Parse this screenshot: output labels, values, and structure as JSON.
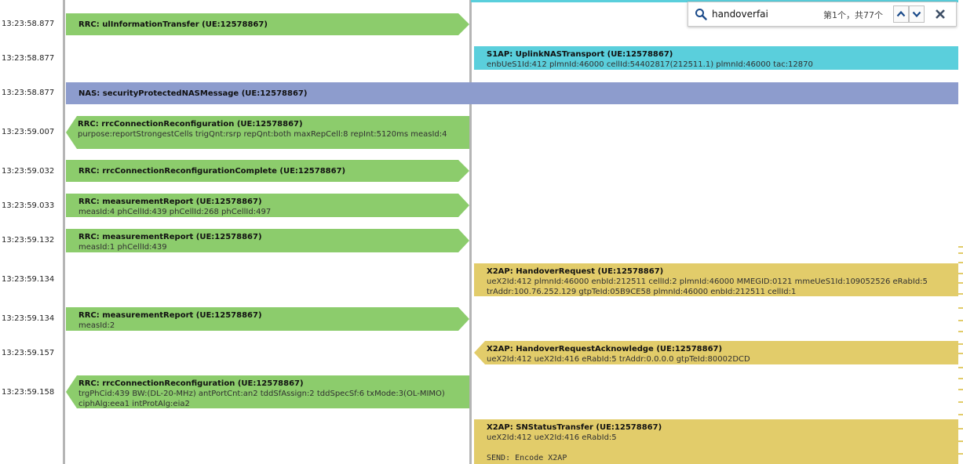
{
  "colors": {
    "rrc": "#8ccc6c",
    "nas": "#8d9ccd",
    "s1ap": "#5acfdc",
    "x2ap": "#e2cc6a",
    "lifeline": "#b5b5b5"
  },
  "search": {
    "query": "handoverfai",
    "count_text": "第1个，共77个",
    "prev_icon": "chevron-up-icon",
    "next_icon": "chevron-down-icon",
    "close_icon": "close-icon"
  },
  "rows": [
    {
      "ts": "13:23:58.877",
      "title": "RRC: ulInformationTransfer (UE:12578867)",
      "detail": "",
      "kind": "rrc"
    },
    {
      "ts": "13:23:58.877",
      "title": "S1AP: UplinkNASTransport (UE:12578867)",
      "detail": "enbUeS1Id:412 plmnId:46000 cellId:54402817(212511.1) plmnId:46000 tac:12870",
      "kind": "s1ap"
    },
    {
      "ts": "13:23:58.877",
      "title": "NAS: securityProtectedNASMessage (UE:12578867)",
      "detail": "",
      "kind": "nas"
    },
    {
      "ts": "13:23:59.007",
      "title": "RRC: rrcConnectionReconfiguration (UE:12578867)",
      "detail": "purpose:reportStrongestCells trigQnt:rsrp repQnt:both maxRepCell:8 repInt:5120ms measId:4",
      "kind": "rrc"
    },
    {
      "ts": "13:23:59.032",
      "title": "RRC: rrcConnectionReconfigurationComplete (UE:12578867)",
      "detail": "",
      "kind": "rrc"
    },
    {
      "ts": "13:23:59.033",
      "title": "RRC: measurementReport (UE:12578867)",
      "detail": "measId:4 phCellId:439 phCellId:268 phCellId:497",
      "kind": "rrc"
    },
    {
      "ts": "13:23:59.132",
      "title": "RRC: measurementReport (UE:12578867)",
      "detail": "measId:1 phCellId:439",
      "kind": "rrc"
    },
    {
      "ts": "13:23:59.134",
      "title": "X2AP: HandoverRequest (UE:12578867)",
      "detail": "ueX2Id:412 plmnId:46000 enbId:212511 cellId:2 plmnId:46000 MMEGID:0121 mmeUeS1Id:109052526 eRabId:5 trAddr:100.76.252.129 gtpTeId:05B9CE58 plmnId:46000 enbId:212511 cellId:1",
      "kind": "x2ap"
    },
    {
      "ts": "13:23:59.134",
      "title": "RRC: measurementReport (UE:12578867)",
      "detail": "measId:2",
      "kind": "rrc"
    },
    {
      "ts": "13:23:59.157",
      "title": "X2AP: HandoverRequestAcknowledge (UE:12578867)",
      "detail": "ueX2Id:412 ueX2Id:416 eRabId:5 trAddr:0.0.0.0 gtpTeId:80002DCD",
      "kind": "x2ap"
    },
    {
      "ts": "13:23:59.158",
      "title": "RRC: rrcConnectionReconfiguration (UE:12578867)",
      "detail": "trgPhCid:439 BW:(DL-20-MHz) antPortCnt:an2 tddSfAssign:2 tddSpecSf:6 txMode:3(OL-MIMO) ciphAlg:eea1 intProtAlg:eia2",
      "kind": "rrc"
    },
    {
      "ts": "",
      "title": "X2AP: SNStatusTransfer (UE:12578867)",
      "detail": "ueX2Id:412 ueX2Id:416 eRabId:5",
      "extra": "SEND: Encode  X2AP",
      "kind": "x2ap"
    }
  ]
}
